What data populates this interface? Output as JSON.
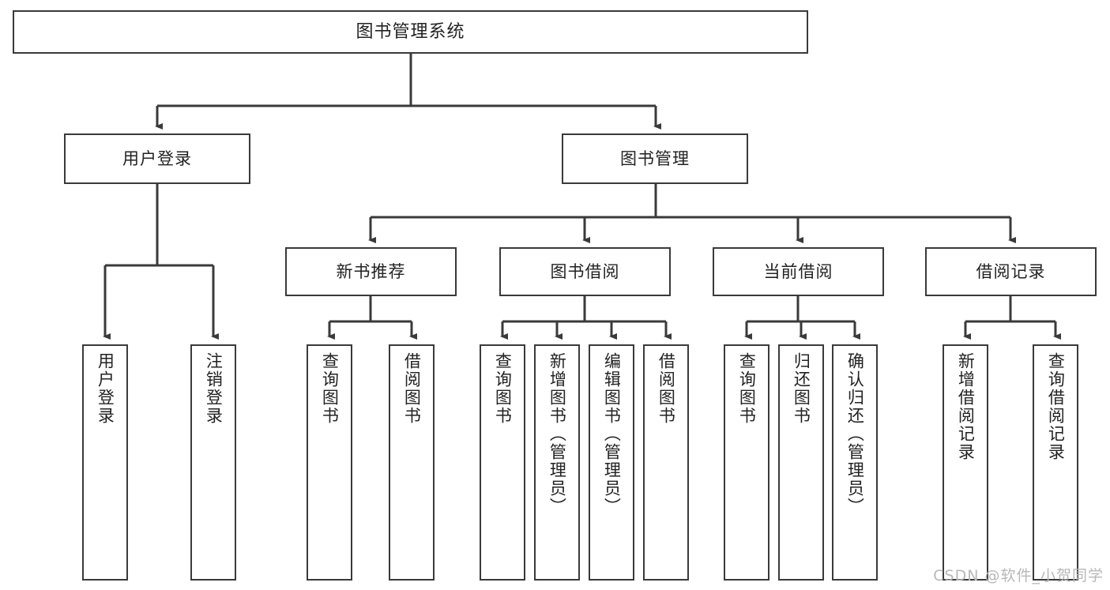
{
  "diagram": {
    "title": "图书管理系统",
    "type": "hierarchy-tree",
    "colors": {
      "box_border": "#3a3a3a",
      "box_fill": "#ffffff",
      "connector": "#3a3a3a",
      "text": "#222222",
      "watermark": "#b8b8b8"
    },
    "nodes": {
      "root": {
        "label": "图书管理系统"
      },
      "level2": [
        {
          "label": "用户登录"
        },
        {
          "label": "图书管理"
        }
      ],
      "level3": [
        {
          "label": "新书推荐"
        },
        {
          "label": "图书借阅"
        },
        {
          "label": "当前借阅"
        },
        {
          "label": "借阅记录"
        }
      ],
      "leaves": {
        "user_login": [
          {
            "label": "用户登录"
          },
          {
            "label": "注销登录"
          }
        ],
        "new_book_recommend": [
          {
            "label": "查询图书"
          },
          {
            "label": "借阅图书"
          }
        ],
        "book_borrow": [
          {
            "label": "查询图书"
          },
          {
            "label": "新增图书（管理员）"
          },
          {
            "label": "编辑图书（管理员）"
          },
          {
            "label": "借阅图书"
          }
        ],
        "current_borrow": [
          {
            "label": "查询图书"
          },
          {
            "label": "归还图书"
          },
          {
            "label": "确认归还（管理员）"
          }
        ],
        "borrow_record": [
          {
            "label": "新增借阅记录"
          },
          {
            "label": "查询借阅记录"
          }
        ]
      }
    },
    "watermark": "CSDN @软件_小贺同学"
  }
}
